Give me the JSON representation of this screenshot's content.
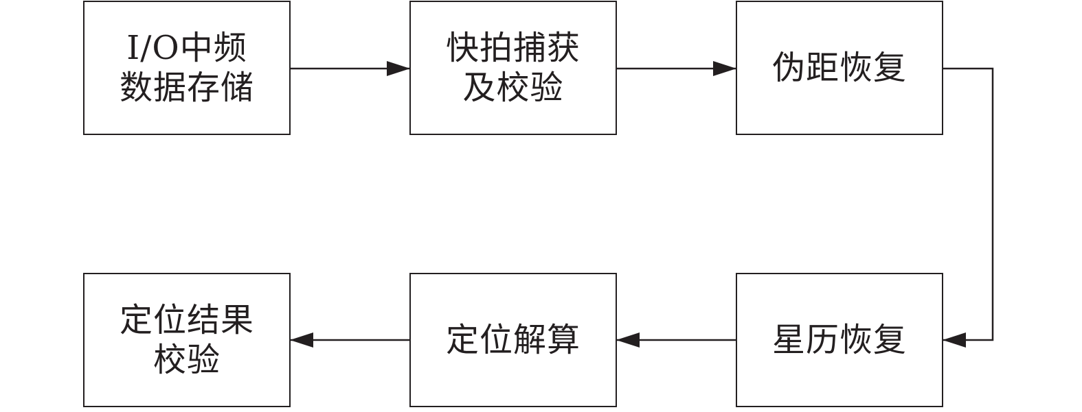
{
  "diagram": {
    "type": "flowchart",
    "nodes": [
      {
        "id": "b1",
        "lines": [
          "I/O中频",
          "数据存储"
        ]
      },
      {
        "id": "b2",
        "lines": [
          "快拍捕获",
          "及校验"
        ]
      },
      {
        "id": "b3",
        "lines": [
          "伪距恢复"
        ]
      },
      {
        "id": "b4",
        "lines": [
          "星历恢复"
        ]
      },
      {
        "id": "b5",
        "lines": [
          "定位解算"
        ]
      },
      {
        "id": "b6",
        "lines": [
          "定位结果",
          "校验"
        ]
      }
    ],
    "edges": [
      {
        "from": "b1",
        "to": "b2"
      },
      {
        "from": "b2",
        "to": "b3"
      },
      {
        "from": "b3",
        "to": "b4"
      },
      {
        "from": "b4",
        "to": "b5"
      },
      {
        "from": "b5",
        "to": "b6"
      }
    ],
    "colors": {
      "stroke": "#231f20",
      "fill": "#ffffff",
      "text": "#231f20"
    }
  }
}
